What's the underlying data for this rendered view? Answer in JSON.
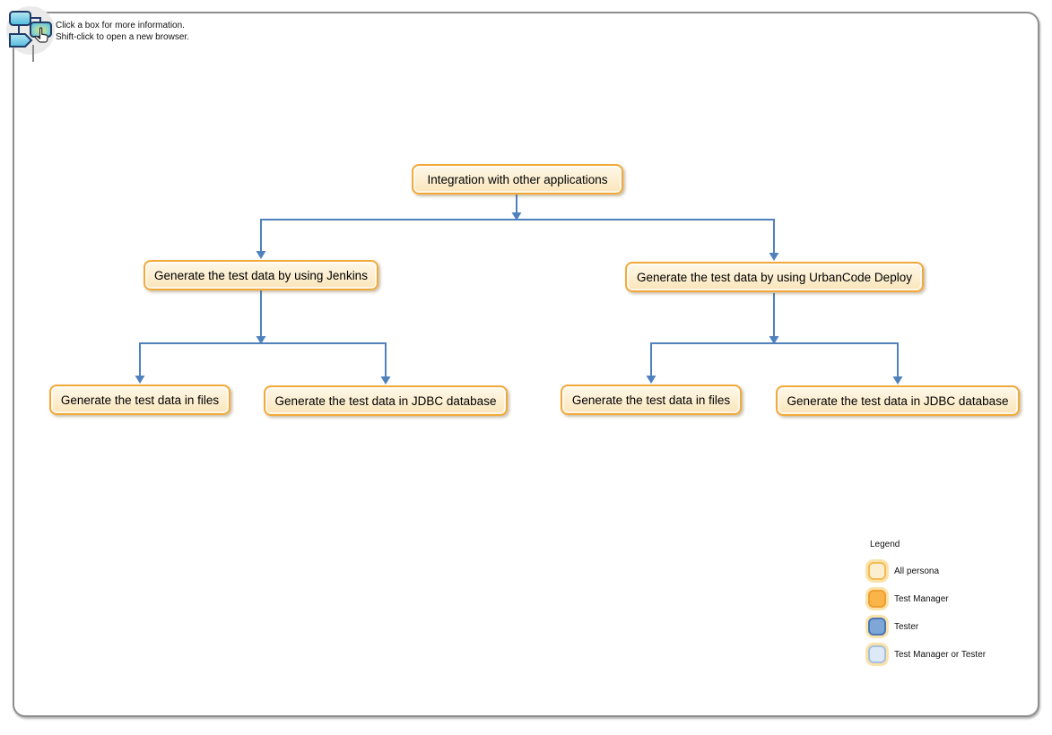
{
  "header": {
    "icon_name": "clickable-diagram-icon",
    "instructions_line1": "Click a box for more information.",
    "instructions_line2": "Shift-click to open a new browser."
  },
  "diagram": {
    "nodes": [
      {
        "id": "root",
        "label": "Integration with other applications"
      },
      {
        "id": "jenkins",
        "label": "Generate the test data by using Jenkins"
      },
      {
        "id": "urbancode",
        "label": "Generate the test data by using UrbanCode Deploy"
      },
      {
        "id": "jenkins-files",
        "label": "Generate the test data in files"
      },
      {
        "id": "jenkins-jdbc",
        "label": "Generate the test data in JDBC database"
      },
      {
        "id": "urbancode-files",
        "label": "Generate the test data in files"
      },
      {
        "id": "urbancode-jdbc",
        "label": "Generate the test data in JDBC database"
      }
    ],
    "edges": [
      {
        "from": "root",
        "to": "jenkins"
      },
      {
        "from": "root",
        "to": "urbancode"
      },
      {
        "from": "jenkins",
        "to": "jenkins-files"
      },
      {
        "from": "jenkins",
        "to": "jenkins-jdbc"
      },
      {
        "from": "urbancode",
        "to": "urbancode-files"
      },
      {
        "from": "urbancode",
        "to": "urbancode-jdbc"
      }
    ],
    "node_colors": {
      "fill_top": "#FEF8E9",
      "fill_bottom": "#FAE5BA",
      "border": "#F2A93B"
    },
    "connector_color": "#4F81BD"
  },
  "legend": {
    "title": "Legend",
    "items": [
      {
        "label": "All persona",
        "fill": "#FCEFD0",
        "stroke": "#F5BB56"
      },
      {
        "label": "Test Manager",
        "fill": "#F9B54A",
        "stroke": "#EF9F30"
      },
      {
        "label": "Tester",
        "fill": "#7EA6D6",
        "stroke": "#4A77B5"
      },
      {
        "label": "Test Manager or Tester",
        "fill": "#DEE9F7",
        "stroke": "#A8C0DF"
      }
    ]
  }
}
